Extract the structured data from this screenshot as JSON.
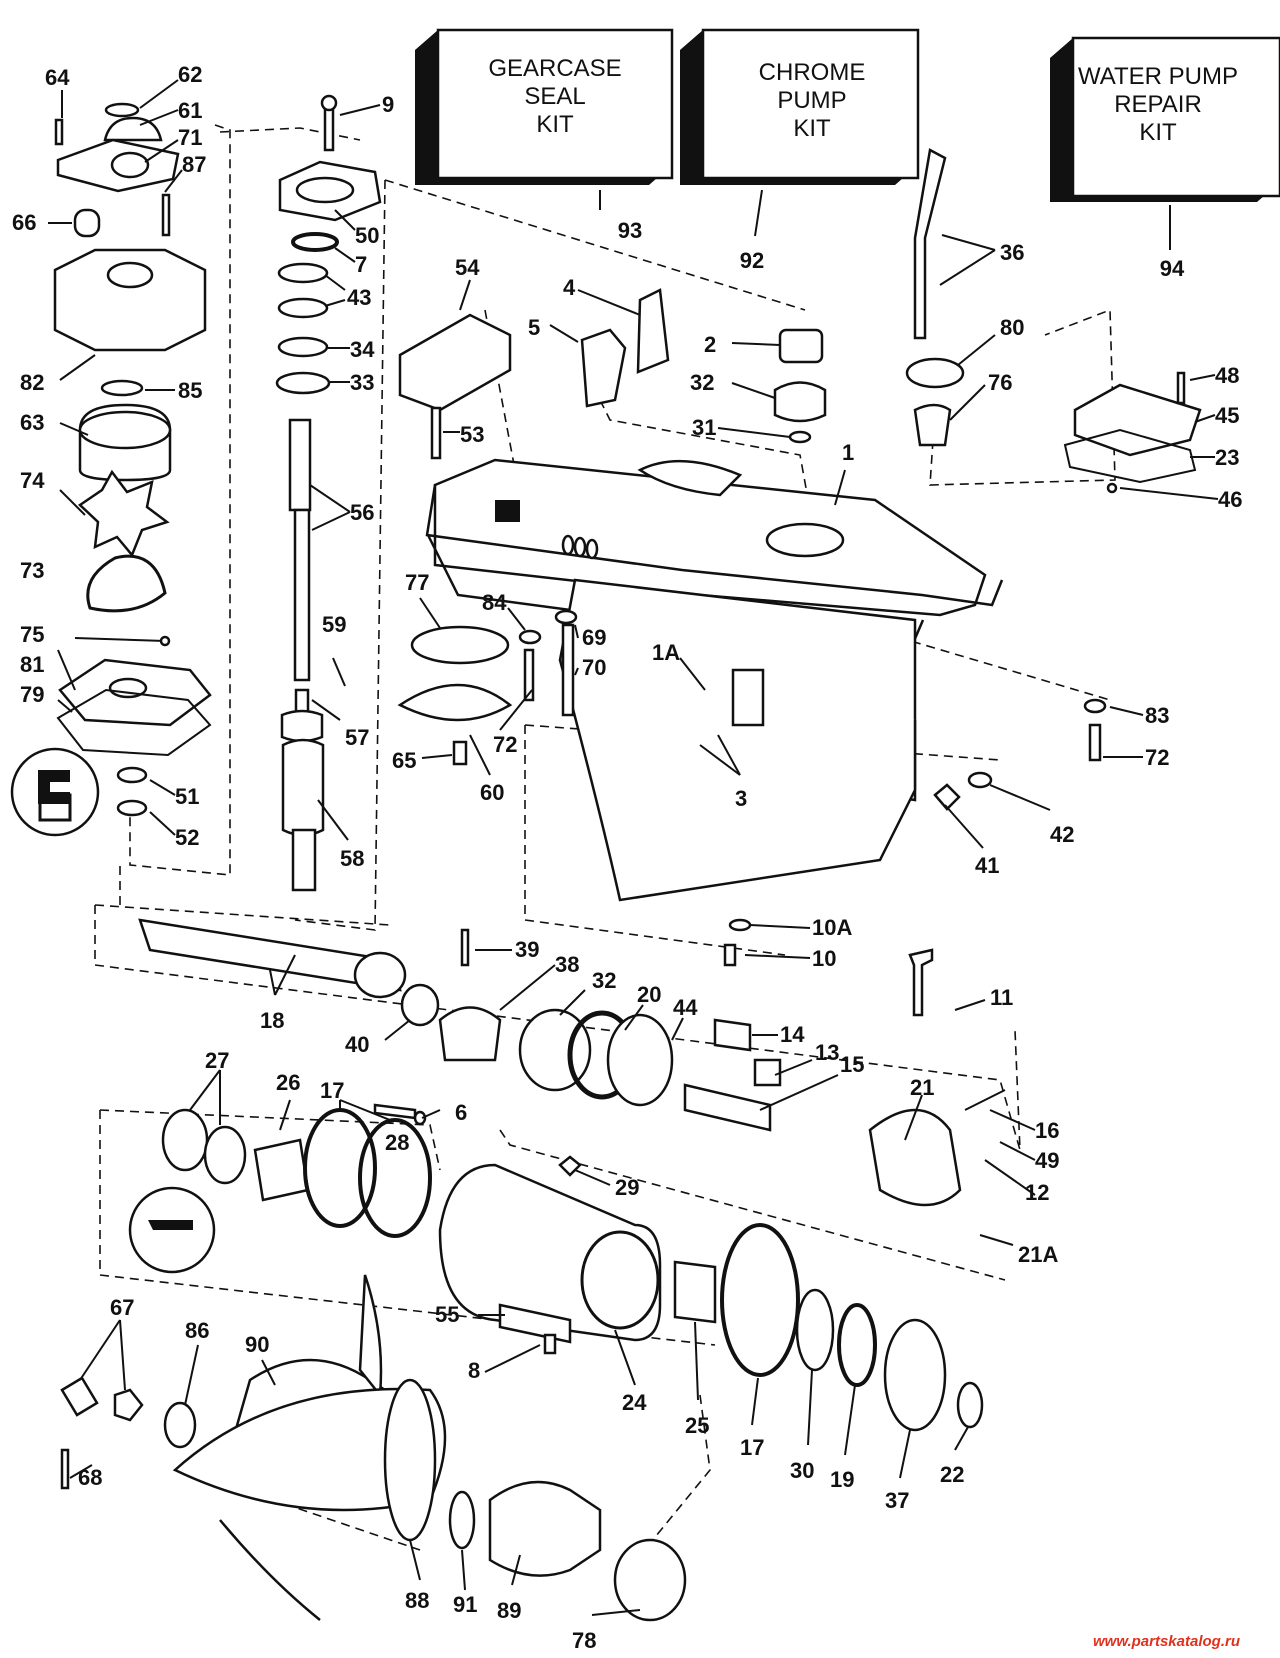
{
  "kits": [
    {
      "id": "gearcase-seal-kit",
      "lines": [
        "GEARCASE",
        "SEAL",
        "KIT"
      ],
      "number": "93"
    },
    {
      "id": "chrome-pump-kit",
      "lines": [
        "CHROME",
        "PUMP",
        "KIT"
      ],
      "number": "92"
    },
    {
      "id": "water-pump-repair-kit",
      "lines": [
        "WATER PUMP",
        "REPAIR",
        "KIT"
      ],
      "number": "94"
    }
  ],
  "callouts": [
    "64",
    "62",
    "61",
    "71",
    "87",
    "66",
    "82",
    "85",
    "63",
    "74",
    "73",
    "75",
    "81",
    "79",
    "51",
    "52",
    "9",
    "50",
    "7",
    "43",
    "34",
    "33",
    "56",
    "59",
    "57",
    "58",
    "54",
    "53",
    "4",
    "5",
    "2",
    "32",
    "31",
    "1",
    "36",
    "80",
    "76",
    "48",
    "45",
    "23",
    "46",
    "77",
    "84",
    "69",
    "70",
    "65",
    "72",
    "60",
    "1A",
    "3",
    "83",
    "72",
    "42",
    "41",
    "39",
    "38",
    "32",
    "20",
    "44",
    "14",
    "13",
    "15",
    "11",
    "18",
    "40",
    "10A",
    "10",
    "27",
    "26",
    "17",
    "28",
    "6",
    "29",
    "21",
    "16",
    "49",
    "12",
    "21A",
    "55",
    "8",
    "24",
    "25",
    "17",
    "30",
    "19",
    "37",
    "22",
    "67",
    "86",
    "90",
    "68",
    "88",
    "91",
    "89",
    "78"
  ],
  "watermark": "www.partskatalog.ru"
}
